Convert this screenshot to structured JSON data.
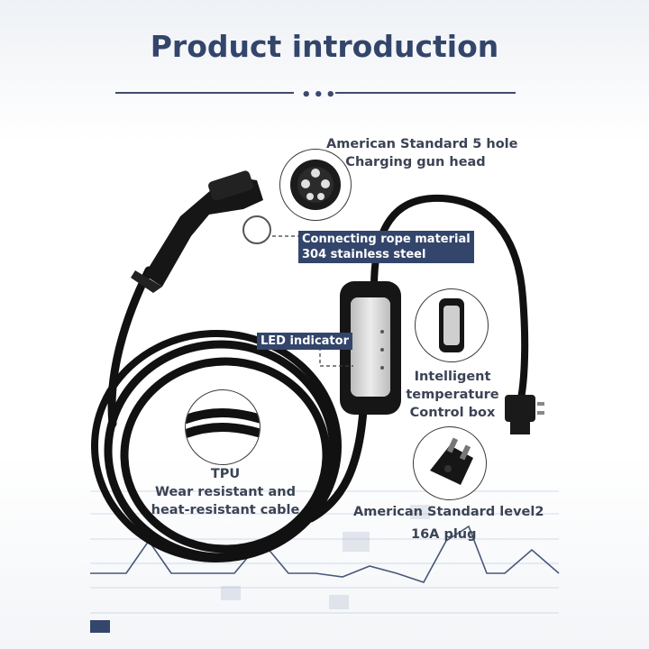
{
  "header": {
    "title": "Product introduction"
  },
  "labels": {
    "gun_head_line1": "American Standard 5 hole",
    "gun_head_line2": "Charging gun head",
    "rope_line1": "Connecting rope material",
    "rope_line2": "304 stainless steel",
    "led": "LED indicator",
    "control_line1": "Intelligent",
    "control_line2": "temperature",
    "control_line3": "Control box",
    "tpu_line1": "TPU",
    "tpu_line2": "Wear resistant and",
    "tpu_line3": "heat-resistant cable",
    "plug_line1": "American Standard level2",
    "plug_line2": "16A plug"
  },
  "colors": {
    "accent": "#33456b",
    "text": "#3b4354",
    "cable": "#111111",
    "box_face": "#d9d9d9"
  }
}
